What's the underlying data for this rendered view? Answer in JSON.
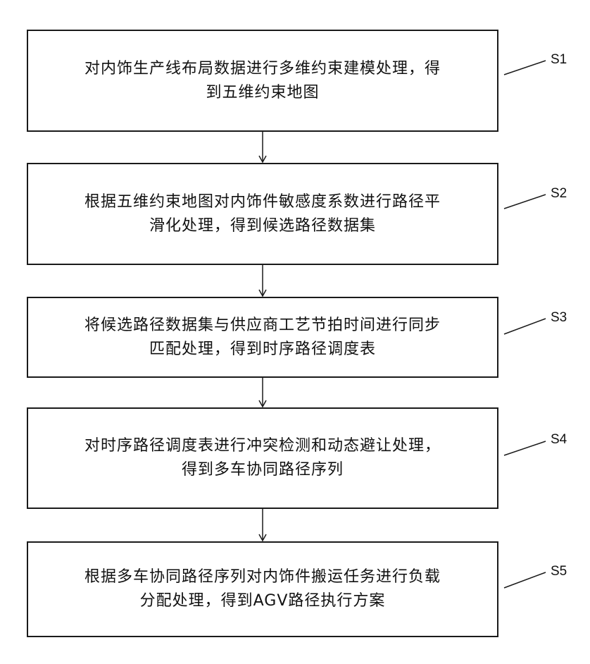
{
  "flowchart": {
    "steps": [
      {
        "id": "S1",
        "line1": "对内饰生产线布局数据进行多维约束建模处理，得",
        "line2": "到五维约束地图"
      },
      {
        "id": "S2",
        "line1": "根据五维约束地图对内饰件敏感度系数进行路径平",
        "line2": "滑化处理，得到候选路径数据集"
      },
      {
        "id": "S3",
        "line1": "将候选路径数据集与供应商工艺节拍时间进行同步",
        "line2": "匹配处理，得到时序路径调度表"
      },
      {
        "id": "S4",
        "line1": "对时序路径调度表进行冲突检测和动态避让处理，",
        "line2": "得到多车协同路径序列"
      },
      {
        "id": "S5",
        "line1": "根据多车协同路径序列对内饰件搬运任务进行负载",
        "line2": "分配处理，得到AGV路径执行方案"
      }
    ]
  },
  "colors": {
    "line": "#1a1a1a",
    "background": "#ffffff"
  }
}
